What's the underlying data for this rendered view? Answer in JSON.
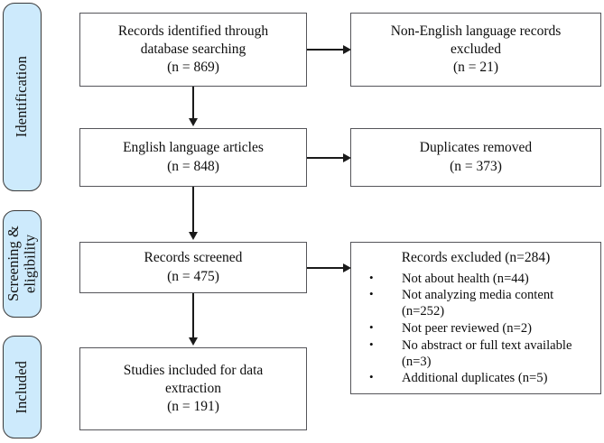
{
  "diagram": {
    "type": "prisma-flow-diagram",
    "stages": [
      {
        "id": "identification",
        "label": "Identification"
      },
      {
        "id": "screening",
        "label": "Screening &\neligibility"
      },
      {
        "id": "included",
        "label": "Included"
      }
    ],
    "boxes": {
      "identified": {
        "text": "Records identified through\ndatabase searching\n(n =  869)",
        "count": 869
      },
      "nonenglish_excluded": {
        "text": "Non-English language records\nexcluded\n(n = 21)",
        "count": 21
      },
      "english_articles": {
        "text": "English language articles\n(n =  848)",
        "count": 848
      },
      "duplicates_removed": {
        "text": "Duplicates removed\n(n = 373)",
        "count": 373
      },
      "records_screened": {
        "text": "Records screened\n(n =  475)",
        "count": 475
      },
      "records_excluded": {
        "title": "Records excluded (n=284)",
        "count": 284,
        "reasons": [
          {
            "label": "Not about health (n=44)",
            "count": 44
          },
          {
            "label": "Not analyzing media content (n=252)",
            "count": 252
          },
          {
            "label": "Not peer reviewed (n=2)",
            "count": 2
          },
          {
            "label": "No abstract or full text available (n=3)",
            "count": 3
          },
          {
            "label": "Additional duplicates (n=5)",
            "count": 5
          }
        ]
      },
      "studies_included": {
        "text": "Studies included for data\nextraction\n(n = 191)",
        "count": 191
      }
    },
    "colors": {
      "stage_fill": "#cdeafc",
      "stage_border": "#3a3a3a",
      "box_border": "#55555a",
      "connector": "#1a1a1a",
      "text": "#0d0d0d",
      "background": "#ffffff"
    }
  }
}
